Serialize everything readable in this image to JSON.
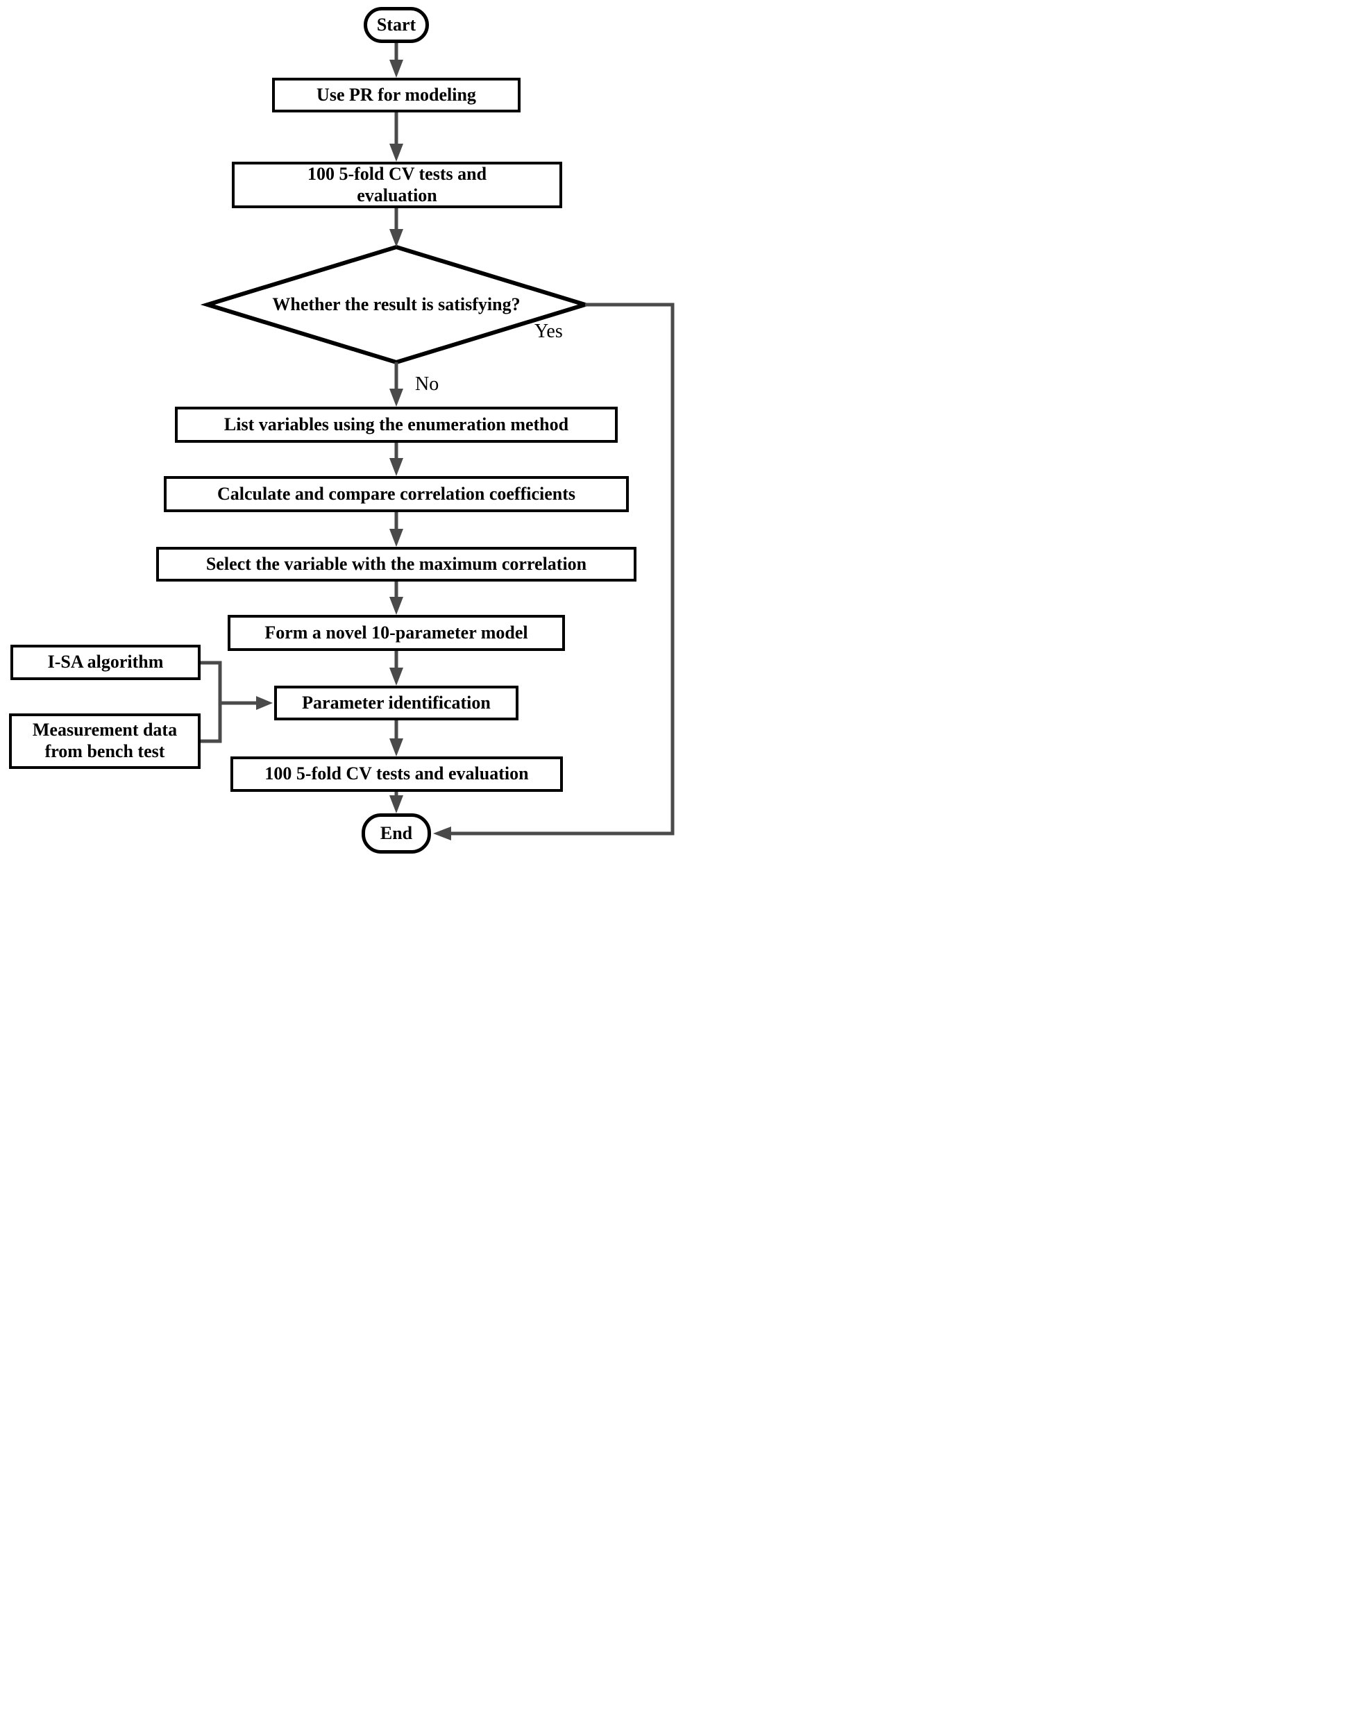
{
  "figure": {
    "type": "flowchart",
    "background": "#ffffff"
  },
  "colors": {
    "shape_border": "#000000",
    "shape_fill": "#ffffff",
    "arrow": "#4a4a4a",
    "text": "#000000"
  },
  "nodes": {
    "start": {
      "label": "Start",
      "shape": "terminator"
    },
    "use_pr": {
      "label": "Use PR for modeling",
      "shape": "process"
    },
    "cv_tests_1": {
      "label": "100 5-fold CV tests and\nevaluation",
      "shape": "process"
    },
    "decision": {
      "label": "Whether the result is satisfying?",
      "shape": "decision"
    },
    "list_variables": {
      "label": "List variables using the enumeration method",
      "shape": "process"
    },
    "calc_correlation": {
      "label": "Calculate and compare correlation coefficients",
      "shape": "process"
    },
    "select_variable": {
      "label": "Select the variable with the maximum correlation",
      "shape": "process"
    },
    "form_model": {
      "label": "Form a novel 10-parameter model",
      "shape": "process"
    },
    "isa_algorithm": {
      "label": "I-SA algorithm",
      "shape": "process"
    },
    "measurement_data": {
      "label": "Measurement data\nfrom bench test",
      "shape": "process"
    },
    "parameter_identification": {
      "label": "Parameter identification",
      "shape": "process"
    },
    "cv_tests_2": {
      "label": "100 5-fold CV tests and evaluation",
      "shape": "process"
    },
    "end": {
      "label": "End",
      "shape": "terminator"
    }
  },
  "edge_labels": {
    "yes": "Yes",
    "no": "No"
  },
  "edges": [
    {
      "from": "start",
      "to": "use_pr"
    },
    {
      "from": "use_pr",
      "to": "cv_tests_1"
    },
    {
      "from": "cv_tests_1",
      "to": "decision"
    },
    {
      "from": "decision",
      "to": "list_variables",
      "label": "No"
    },
    {
      "from": "decision",
      "to": "end",
      "label": "Yes"
    },
    {
      "from": "list_variables",
      "to": "calc_correlation"
    },
    {
      "from": "calc_correlation",
      "to": "select_variable"
    },
    {
      "from": "select_variable",
      "to": "form_model"
    },
    {
      "from": "form_model",
      "to": "parameter_identification"
    },
    {
      "from": "isa_algorithm",
      "to": "parameter_identification"
    },
    {
      "from": "measurement_data",
      "to": "parameter_identification"
    },
    {
      "from": "parameter_identification",
      "to": "cv_tests_2"
    },
    {
      "from": "cv_tests_2",
      "to": "end"
    }
  ]
}
